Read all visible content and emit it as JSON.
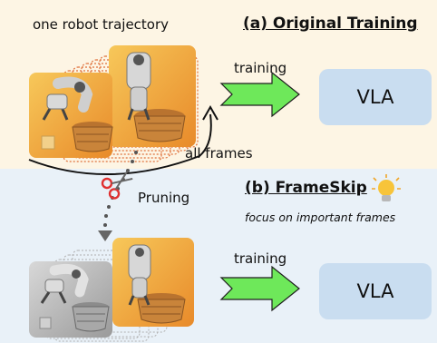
{
  "top": {
    "trajectory_label": "one robot trajectory",
    "title": "(a) Original Training",
    "training_label": "training",
    "all_frames_label": "all frames",
    "model_label": "VLA"
  },
  "bottom": {
    "title": "(b) FrameSkip",
    "subtitle": "focus on important frames",
    "pruning_label": "Pruning",
    "training_label": "training",
    "model_label": "VLA"
  },
  "icons": [
    "scissors-icon",
    "lightbulb-icon",
    "robot-arm-image",
    "basket-image"
  ],
  "colors": {
    "top_panel": "#fdf5e4",
    "bottom_panel": "#e9f1f8",
    "arrow_green": "#6ee85a",
    "vla_box": "#c9ddf0",
    "dotted_frames": "#e0703a",
    "gray_frames": "#b0b0b0"
  }
}
